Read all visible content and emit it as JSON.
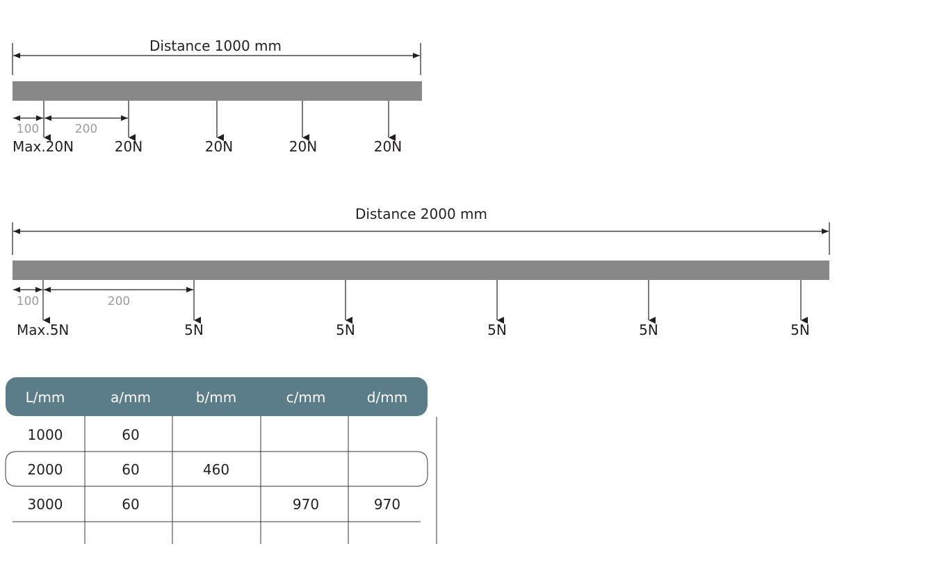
{
  "diagrams": [
    {
      "title": "Distance 1000 mm",
      "total_length_mm": 1000,
      "bar_color": "#888888",
      "spacing_labels": {
        "first": "100",
        "second": "200"
      },
      "loads": [
        {
          "label": "Max.20N"
        },
        {
          "label": "20N"
        },
        {
          "label": "20N"
        },
        {
          "label": "20N"
        },
        {
          "label": "20N"
        }
      ]
    },
    {
      "title": "Distance 2000 mm",
      "total_length_mm": 2000,
      "bar_color": "#888888",
      "spacing_labels": {
        "first": "100",
        "second": "200"
      },
      "loads": [
        {
          "label": "Max.5N"
        },
        {
          "label": "5N"
        },
        {
          "label": "5N"
        },
        {
          "label": "5N"
        },
        {
          "label": "5N"
        },
        {
          "label": "5N"
        }
      ]
    }
  ],
  "table": {
    "header_color": "#5a7d89",
    "headers": [
      "L/mm",
      "a/mm",
      "b/mm",
      "c/mm",
      "d/mm"
    ],
    "rows": [
      [
        "1000",
        "60",
        "",
        "",
        ""
      ],
      [
        "2000",
        "60",
        "460",
        "",
        ""
      ],
      [
        "3000",
        "60",
        "",
        "970",
        "970"
      ],
      [
        "",
        "",
        "",
        "",
        ""
      ]
    ],
    "highlighted_row": 1
  }
}
